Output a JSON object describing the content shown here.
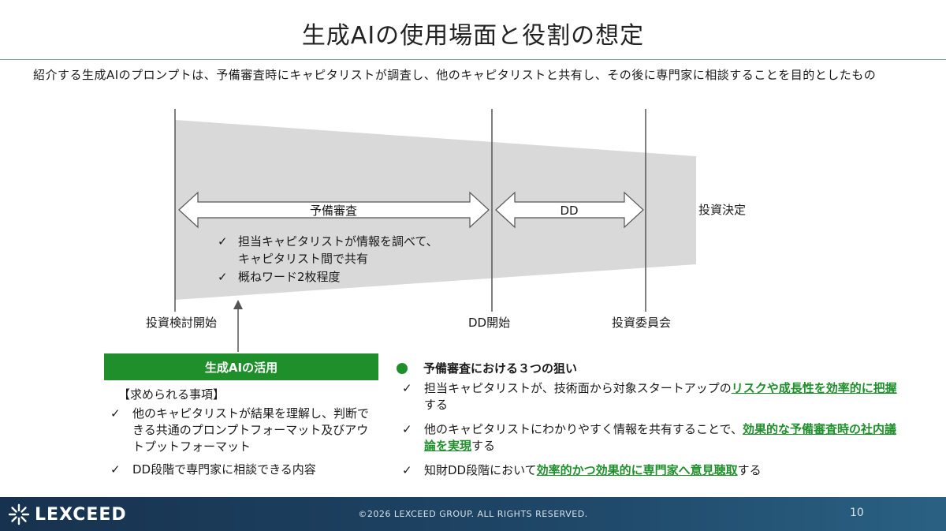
{
  "title": "生成AIの使用場面と役割の想定",
  "intro": "紹介する生成AIのプロンプトは、予備審査時にキャピタリストが調査し、他のキャピタリストと共有し、その後に専門家に相談することを目的としたもの",
  "timeline": {
    "phase1_label": "予備審査",
    "phase2_label": "DD",
    "end_label": "投資決定",
    "bullets": [
      "担当キャピタリストが情報を調べて、",
      "キャピタリスト間で共有",
      "概ねワード2枚程度"
    ],
    "milestones": [
      "投資検討開始",
      "DD開始",
      "投資委員会"
    ]
  },
  "genai": {
    "box_label": "生成AIの活用",
    "req_title": "【求められる事項】",
    "requirements": [
      "他のキャピタリストが結果を理解し、判断できる共通のプロンプトフォーマット及びアウトプットフォーマット",
      "DD段階で専門家に相談できる内容"
    ]
  },
  "aims": {
    "heading": "予備審査における３つの狙い",
    "items": [
      {
        "pre": "担当キャピタリストが、技術面から対象スタートアップの",
        "hl": "リスクや成長性を効率的に把握",
        "post": "する"
      },
      {
        "pre": "他のキャピタリストにわかりやすく情報を共有することで、",
        "hl": "効果的な予備審査時の社内議論を実現",
        "post": "する"
      },
      {
        "pre": "知財DD段階において",
        "hl": "効率的かつ効果的に専門家へ意見聴取",
        "post": "する"
      }
    ]
  },
  "footer": {
    "logo": "LEXCEED",
    "copyright": "©2026 LEXCEED GROUP. ALL RIGHTS RESERVED.",
    "page": "10"
  },
  "colors": {
    "accent": "#1f8f2c",
    "funnel": "#d9d9d9",
    "footer": "#1f4768"
  },
  "check_glyph": "✓"
}
